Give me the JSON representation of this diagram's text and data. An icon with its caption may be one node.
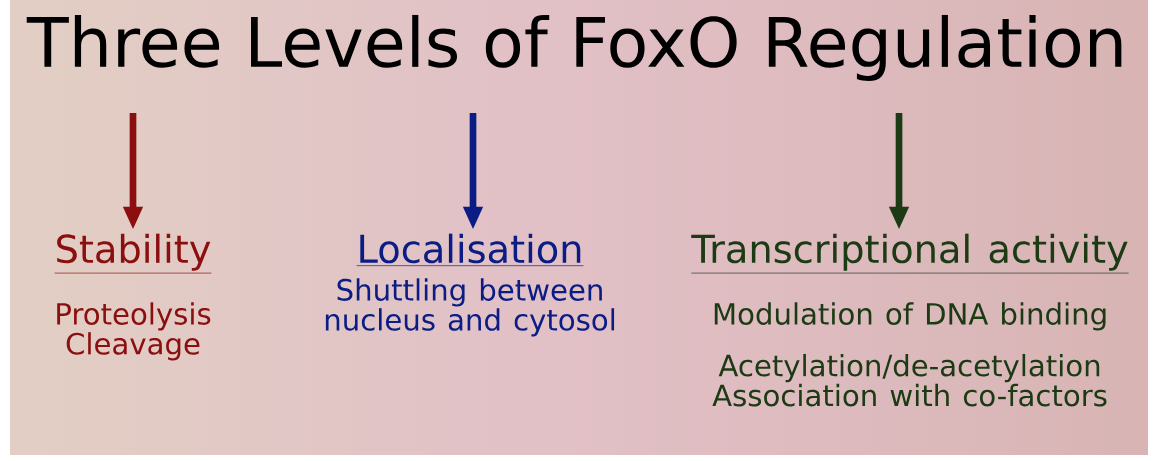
{
  "diagram": {
    "title": "Three Levels of FoxO Regulation",
    "nodes": [
      {
        "text": [
          "Stability",
          "Proteolysis",
          "Cleavage"
        ]
      },
      {
        "text": [
          "Localisation",
          "Shuttling between nucleus and cytosol"
        ]
      },
      {
        "text": [
          "Transcriptional activity",
          "Modulation of DNA binding",
          "Acetylation/de-acetylation",
          "Association with co-factors"
        ]
      }
    ],
    "edges": [
      {
        "from": null,
        "to": 0,
        "arrow": "to",
        "color": "#8b0f0f"
      },
      {
        "from": null,
        "to": 1,
        "arrow": "to",
        "color": "#0b1d85"
      },
      {
        "from": null,
        "to": 2,
        "arrow": "to",
        "color": "#1c3a14"
      }
    ]
  }
}
